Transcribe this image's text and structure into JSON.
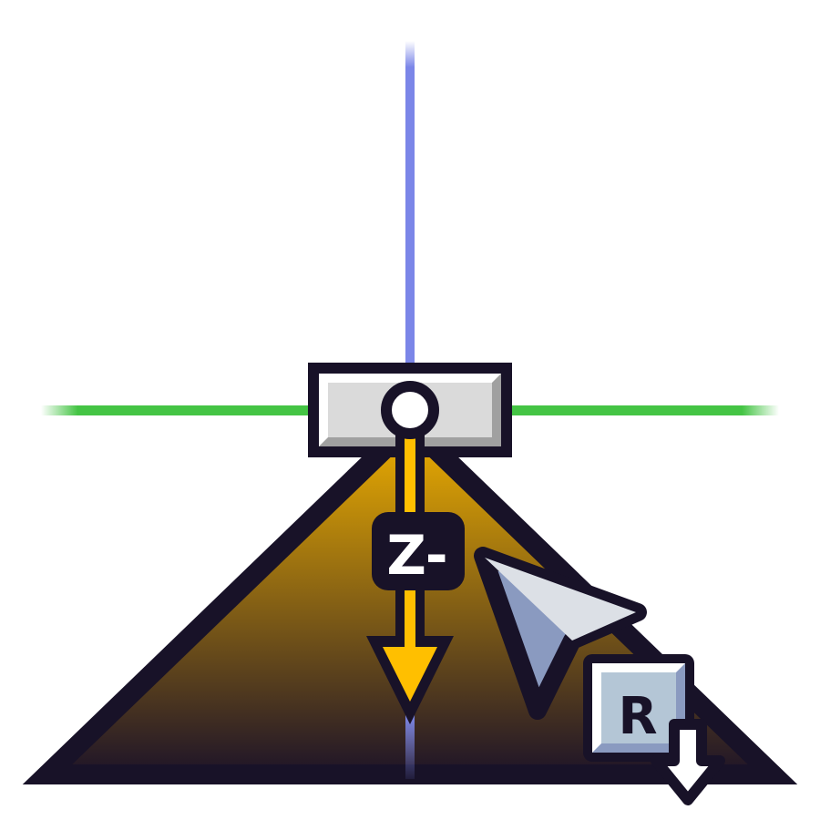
{
  "icon": {
    "axis_label": "Z-",
    "key_label": "R",
    "colors": {
      "outline": "#181228",
      "x_axis": "#44c444",
      "z_axis": "#7b86e8",
      "arrow": "#ffbf00",
      "cone_top": "#f0b000",
      "cone_bottom": "#1e1428",
      "block_face": "#dadada",
      "cursor_light": "#dce0e6",
      "cursor_dark": "#8a9ac0",
      "key_face": "#b4c6d6"
    },
    "icons": [
      "object-block",
      "pivot-point",
      "direction-arrow",
      "mouse-cursor",
      "key-r",
      "down-arrow"
    ]
  }
}
